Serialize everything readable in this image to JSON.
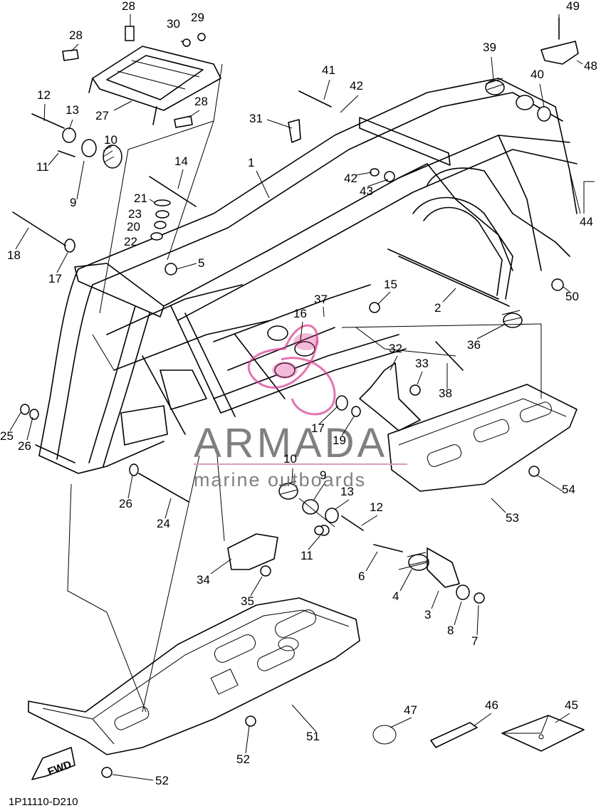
{
  "diagram": {
    "code": "1P11110-D210",
    "fwd_label": "FWD",
    "callouts": [
      "49",
      "48",
      "39",
      "40",
      "28",
      "30",
      "29",
      "28",
      "41",
      "42",
      "31",
      "1",
      "12",
      "13",
      "10",
      "11",
      "9",
      "27",
      "28",
      "14",
      "42",
      "43",
      "44",
      "21",
      "23",
      "20",
      "22",
      "18",
      "17",
      "5",
      "15",
      "50",
      "37",
      "16",
      "2",
      "36",
      "32",
      "33",
      "38",
      "25",
      "26",
      "17",
      "19",
      "10",
      "9",
      "13",
      "12",
      "54",
      "26",
      "24",
      "11",
      "53",
      "6",
      "4",
      "3",
      "8",
      "7",
      "34",
      "35",
      "47",
      "46",
      "45",
      "51",
      "52",
      "52"
    ]
  },
  "watermark": {
    "brand": "ARMADA",
    "tagline": "marine outboards",
    "colors": {
      "text": "#6b6b6b",
      "accent": "#d9398f",
      "rule": "#d99bbf"
    }
  }
}
